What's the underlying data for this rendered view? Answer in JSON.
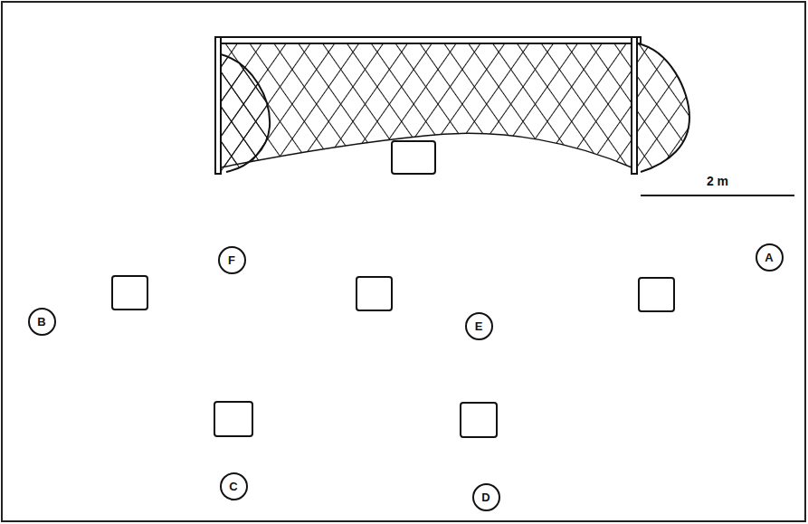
{
  "diagram": {
    "nodes": [
      {
        "text": [
          "F"
        ]
      },
      {
        "text": [
          "A"
        ]
      },
      {
        "text": [
          "B"
        ]
      },
      {
        "text": [
          "E"
        ]
      },
      {
        "text": [
          "C"
        ]
      },
      {
        "text": [
          "D"
        ]
      }
    ],
    "labels": [
      "2 m"
    ]
  }
}
